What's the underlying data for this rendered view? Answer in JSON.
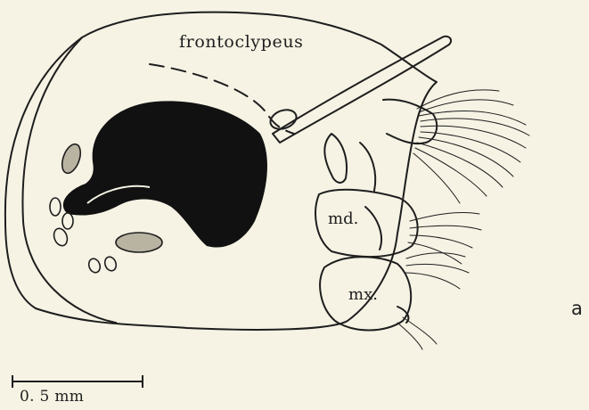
{
  "labels": {
    "frontoclypeus": "frontoclypeus",
    "mandible": "md.",
    "maxilla": "mx.",
    "panel": "a"
  },
  "scale_bar": {
    "text": "0. 5 mm"
  },
  "colors": {
    "background": "#f6f3e4",
    "ink": "#1e1e1e"
  }
}
